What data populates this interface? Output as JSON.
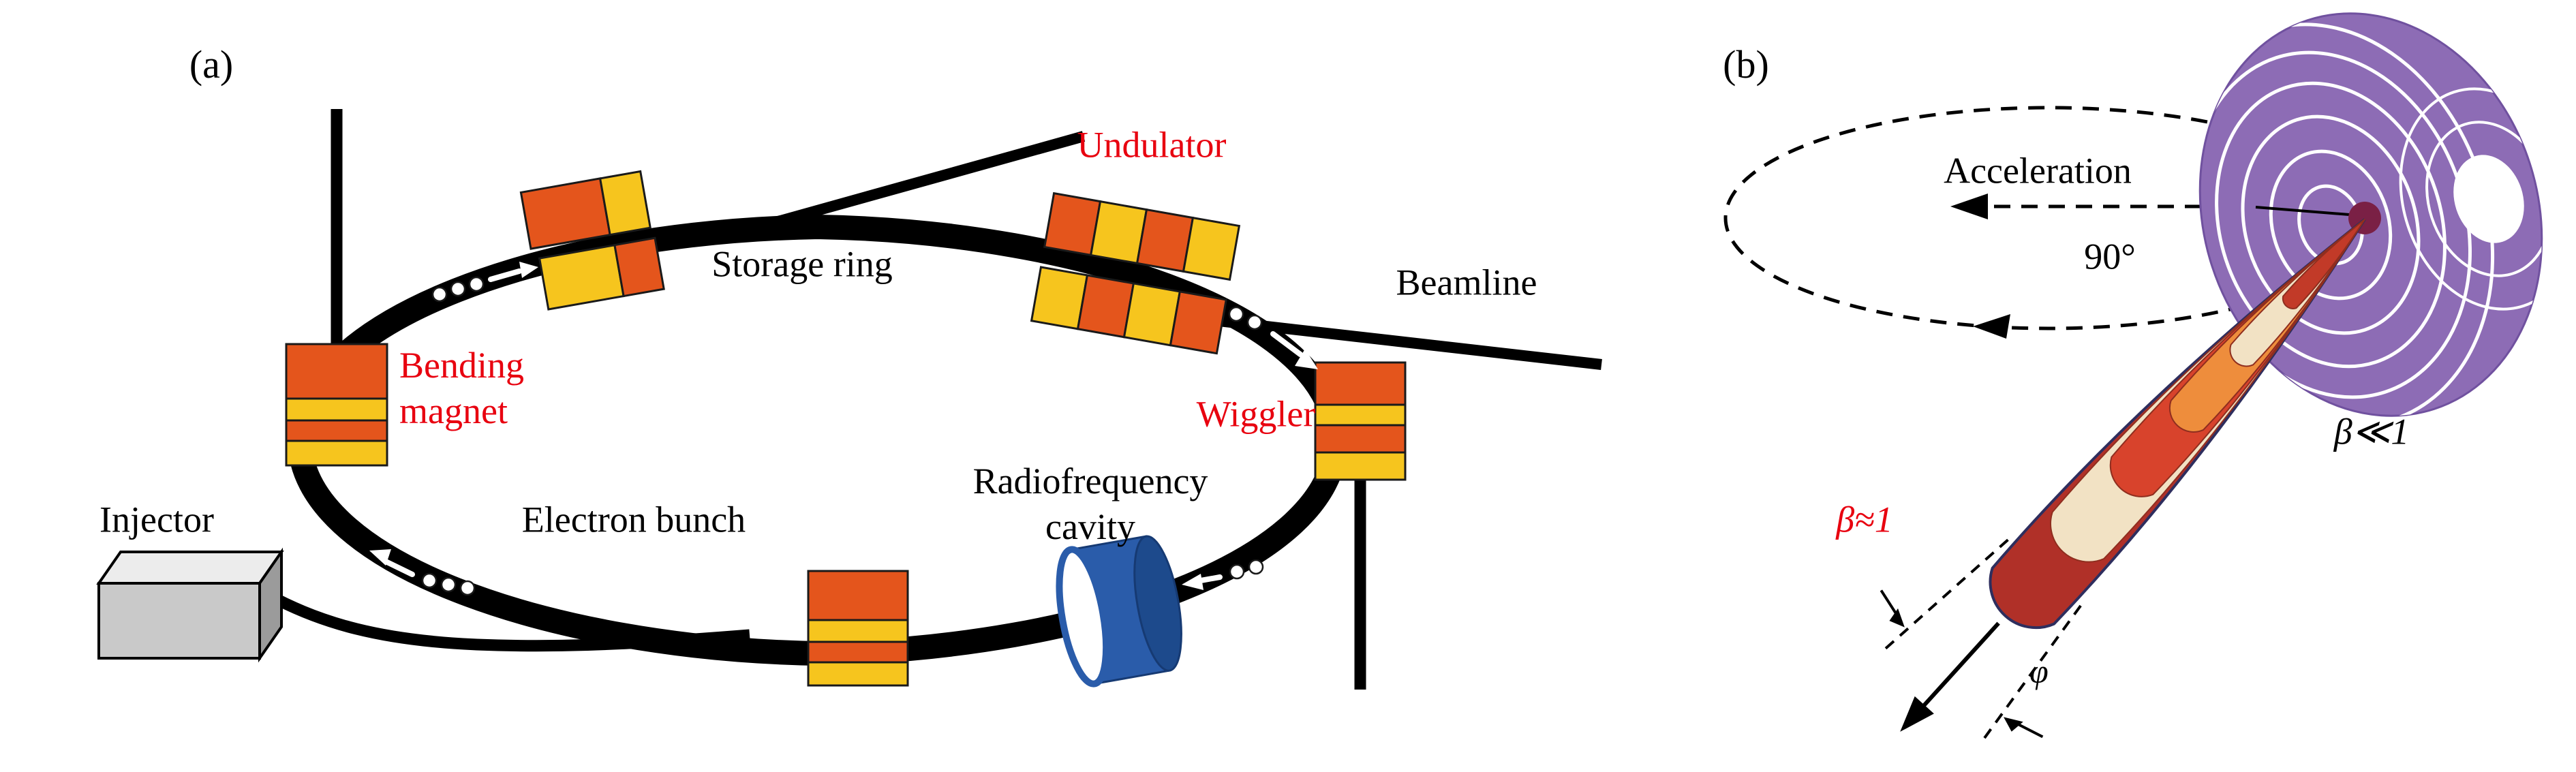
{
  "panel_a": {
    "label": "(a)",
    "injector_label": "Injector",
    "bending_magnet": {
      "line1": "Bending",
      "line2": "magnet"
    },
    "storage_ring_label": "Storage ring",
    "undulator_label": "Undulator",
    "beamline_label": "Beamline",
    "wiggler_label": "Wiggler",
    "electron_bunch_label": "Electron bunch",
    "rf_cavity": {
      "line1": "Radiofrequency",
      "line2": "cavity"
    }
  },
  "panel_b": {
    "label": "(b)",
    "acceleration_label": "Acceleration",
    "angle_label": "90°",
    "beta_slow_label": "β≪1",
    "beta_fast_label": "β≈1",
    "phi_label": "φ"
  },
  "colors": {
    "label_red": "#e8000f",
    "magnet_orange": "#e4551c",
    "magnet_yellow": "#f6c51e",
    "rf_cavity_blue": "#2a5caa",
    "torus_purple": "#8d6cb5",
    "cone_red": "#c8372d"
  }
}
